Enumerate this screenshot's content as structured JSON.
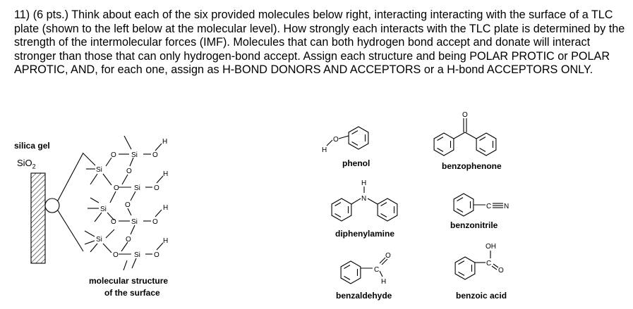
{
  "question": {
    "text": "11) (6 pts.) Think about each of the six provided molecules below right, interacting interacting with the surface of a TLC plate (shown to the left below at the molecular level). How strongly each interacts with the TLC plate is determined by the strength of the intermolecular forces (IMF). Molecules that can both hydrogen bond accept and donate will interact stronger than those that can only hydrogen-bond accept. Assign each structure and being POLAR PROTIC or POLAR APROTIC, AND, for each one, assign as H-BOND DONORS AND ACCEPTORS or a H-bond ACCEPTORS ONLY."
  },
  "surface": {
    "title": "silica gel",
    "formula_base": "SiO",
    "formula_sub": "2",
    "caption_line1": "molecular structure",
    "caption_line2": "of the surface",
    "atoms": {
      "si": "Si",
      "o": "O",
      "h": "H"
    }
  },
  "molecules": {
    "phenol": {
      "name": "phenol",
      "atoms": [
        "H",
        "O"
      ]
    },
    "benzophenone": {
      "name": "benzophenone",
      "atoms": [
        "O"
      ]
    },
    "diphenylamine": {
      "name": "diphenylamine",
      "atoms": [
        "H",
        "N"
      ]
    },
    "benzonitrile": {
      "name": "benzonitrile",
      "atoms": [
        "C",
        "N"
      ]
    },
    "benzaldehyde": {
      "name": "benzaldehyde",
      "atoms": [
        "C",
        "O",
        "H"
      ]
    },
    "benzoic_acid": {
      "name": "benzoic acid",
      "atoms": [
        "OH",
        "C",
        "O"
      ]
    }
  }
}
